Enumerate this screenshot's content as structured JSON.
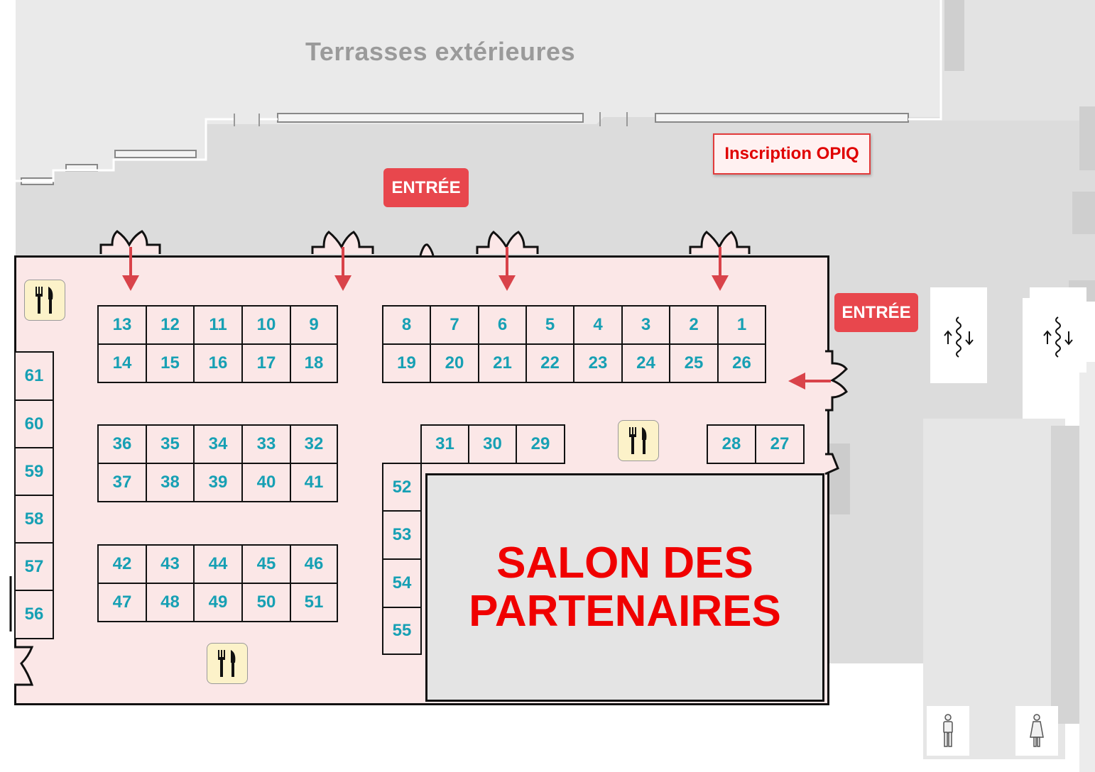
{
  "map": {
    "terrace_label": "Terrasses extérieures",
    "entry_top_label": "ENTRÉE",
    "entry_right_label": "ENTRÉE",
    "registration_label": "Inscription OPIQ",
    "salon_line1": "SALON DES",
    "salon_line2": "PARTENAIRES"
  },
  "booths": [
    "1",
    "2",
    "3",
    "4",
    "5",
    "6",
    "7",
    "8",
    "9",
    "10",
    "11",
    "12",
    "13",
    "14",
    "15",
    "16",
    "17",
    "18",
    "19",
    "20",
    "21",
    "22",
    "23",
    "24",
    "25",
    "26",
    "27",
    "28",
    "29",
    "30",
    "31",
    "32",
    "33",
    "34",
    "35",
    "36",
    "37",
    "38",
    "39",
    "40",
    "41",
    "42",
    "43",
    "44",
    "45",
    "46",
    "47",
    "48",
    "49",
    "50",
    "51",
    "52",
    "53",
    "54",
    "55",
    "56",
    "57",
    "58",
    "59",
    "60",
    "61"
  ],
  "icons": {
    "food": "fork-knife-icon",
    "stairs": "escalator-icon",
    "restroom_men": "man-restroom-icon",
    "restroom_women": "woman-restroom-icon",
    "door": "door-icon",
    "arrow": "arrow-icon"
  },
  "colors": {
    "hall_fill": "#fbe7e7",
    "booth_number": "#17a0b4",
    "entry_button": "#e8474d",
    "salon_text": "#f00000",
    "arrow": "#d9434a"
  }
}
